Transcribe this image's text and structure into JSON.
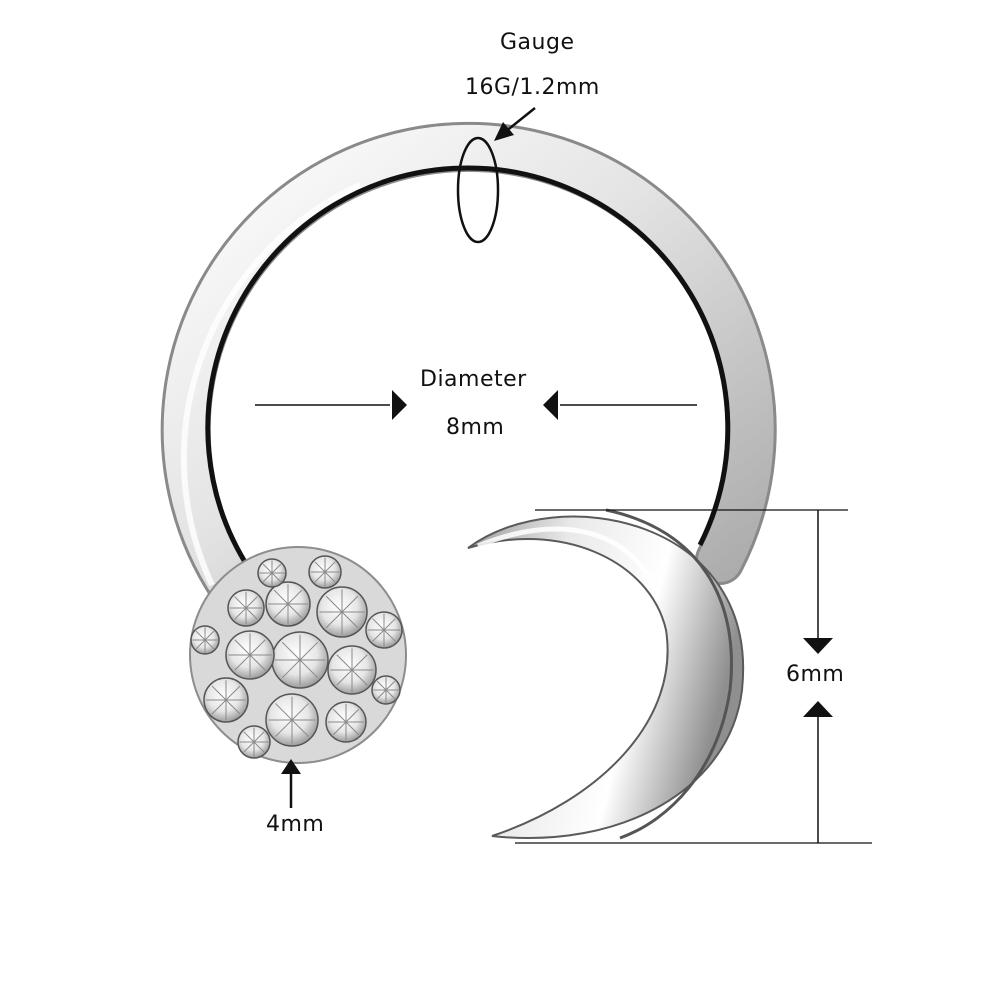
{
  "labels": {
    "gauge_title": "Gauge",
    "gauge_value": "16G/1.2mm",
    "diameter_title": "Diameter",
    "diameter_value": "8mm",
    "moon_size": "6mm",
    "ball_size": "4mm"
  },
  "colors": {
    "metal_light": "#f4f4f4",
    "metal_mid": "#c9c9c9",
    "metal_dark": "#7a7a7a",
    "outline": "#111111"
  }
}
